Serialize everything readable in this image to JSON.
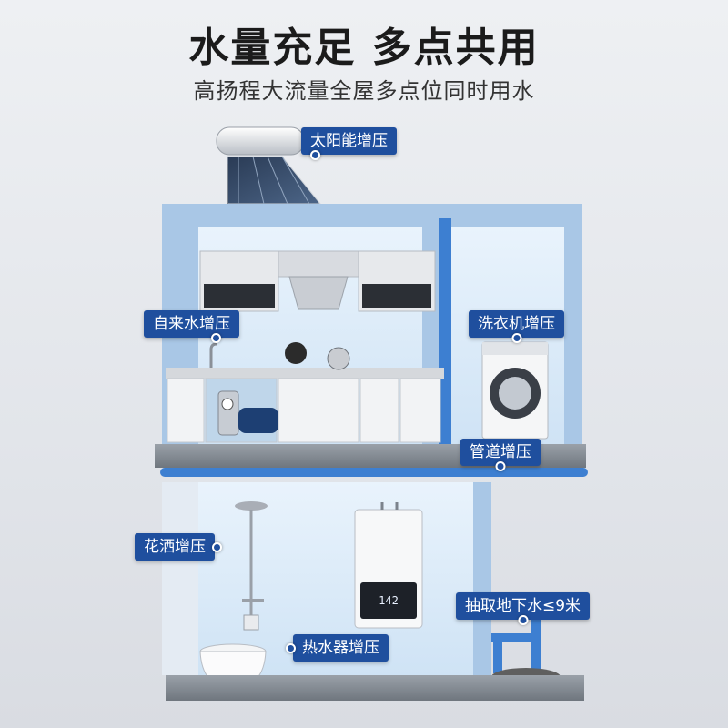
{
  "header": {
    "title": "水量充足 多点共用",
    "subtitle": "高扬程大流量全屋多点位同时用水"
  },
  "labels": {
    "solar": "太阳能增压",
    "tap_water": "自来水增压",
    "washing_machine": "洗衣机增压",
    "pipeline": "管道增压",
    "shower": "花洒增压",
    "water_heater": "热水器增压",
    "groundwater": "抽取地下水≤9米"
  },
  "heater_display": "142",
  "colors": {
    "label_bg": "#1f4f9e",
    "wall": "#a9c7e6",
    "pipe": "#3d7fd1"
  }
}
